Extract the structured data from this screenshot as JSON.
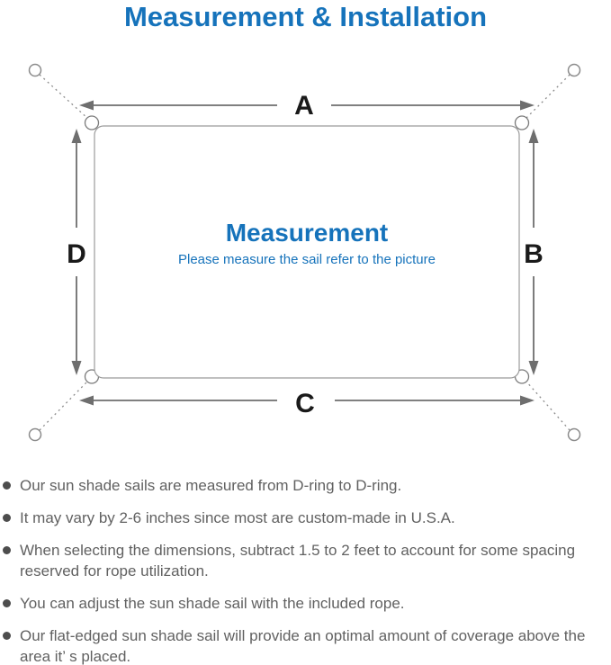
{
  "title": "Measurement & Installation",
  "diagram": {
    "label_a": "A",
    "label_b": "B",
    "label_c": "C",
    "label_d": "D",
    "center_title": "Measurement",
    "center_subtitle": "Please measure the sail refer to the picture"
  },
  "notes": [
    "Our sun shade sails are measured from D-ring to D-ring.",
    "It may vary by 2-6 inches since most are custom-made in U.S.A.",
    "When selecting the dimensions, subtract 1.5 to 2 feet to account for some spacing reserved for rope utilization.",
    "You can adjust the sun shade sail with the included rope.",
    "Our flat-edged sun shade sail will provide an optimal amount of coverage above the area it’ s placed."
  ],
  "icons": {
    "anchor_point": "circle-outline",
    "d_ring": "ring",
    "bullet": "filled-circle",
    "dimension_arrow": "triangle"
  },
  "colors": {
    "accent_blue": "#1673bb",
    "label_black": "#1a1a1a",
    "note_gray": "#616161",
    "outline_gray": "#9b9b9b",
    "arrow_gray": "#6e6e6e"
  }
}
